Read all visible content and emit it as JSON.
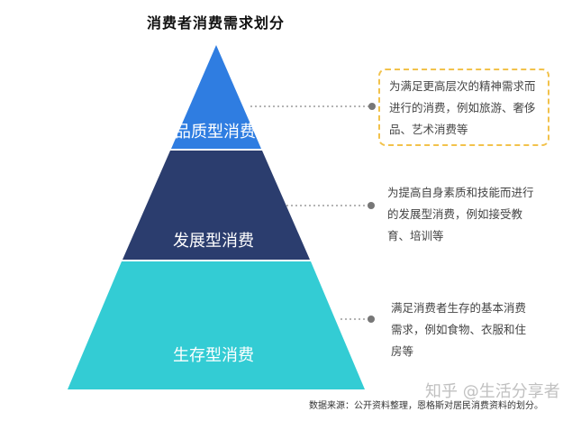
{
  "title": "消费者消费需求划分",
  "tiers": [
    {
      "label": "品质型消费",
      "color": "#2f7de1",
      "description": "为满足更高层次的精神需求而进行的消费，例如旅游、奢侈品、艺术消费等"
    },
    {
      "label": "发展型消费",
      "color": "#2b3d6e",
      "description": "为提高自身素质和技能而进行的发展型消费，例如接受教育、培训等"
    },
    {
      "label": "生存型消费",
      "color": "#33ccd4",
      "description": "满足消费者生存的基本消费需求，例如食物、衣服和住房等"
    }
  ],
  "source": "数据来源：公开资料整理，恩格斯对居民消费资料的划分。",
  "watermark": "知乎 @生活分享者",
  "colors": {
    "connector": "#888888",
    "dot": "#777777",
    "highlight_border": "#f2c24b"
  }
}
